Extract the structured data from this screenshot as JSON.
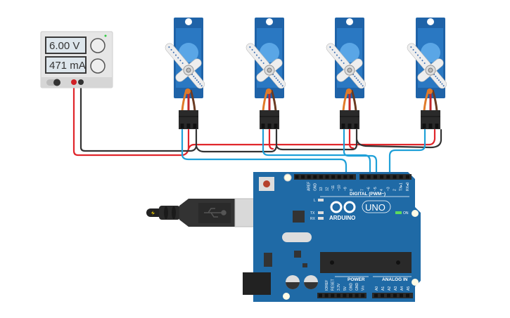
{
  "power_supply": {
    "voltage": "6.00 V",
    "current": "471 mA"
  },
  "servos": [
    {
      "id": "servo-1"
    },
    {
      "id": "servo-2"
    },
    {
      "id": "servo-3"
    },
    {
      "id": "servo-4"
    }
  ],
  "arduino": {
    "brand": "ARDUINO",
    "model": "UNO",
    "digital_label": "DIGITAL (PWM~)",
    "power_label": "POWER",
    "analog_label": "ANALOG IN",
    "on_label": "ON",
    "led_labels": [
      "L",
      "TX",
      "RX"
    ],
    "digital_pins": [
      "AREF",
      "GND",
      "13",
      "12",
      "~11",
      "~10",
      "~9",
      "8",
      "7",
      "~6",
      "~5",
      "4",
      "~3",
      "2",
      "TX▸1",
      "RX◂0"
    ],
    "power_pins": [
      "IOREF",
      "RESET",
      "3.3V",
      "5V",
      "GND",
      "GND",
      "Vin"
    ],
    "analog_pins": [
      "A0",
      "A1",
      "A2",
      "A3",
      "A4",
      "A5"
    ]
  },
  "colors": {
    "board": "#1f6aa6",
    "servo": "#2a78c2",
    "wire_red": "#e0262b",
    "wire_black": "#333333",
    "wire_blue": "#1fa0d8",
    "wire_orange": "#e07a2a"
  }
}
